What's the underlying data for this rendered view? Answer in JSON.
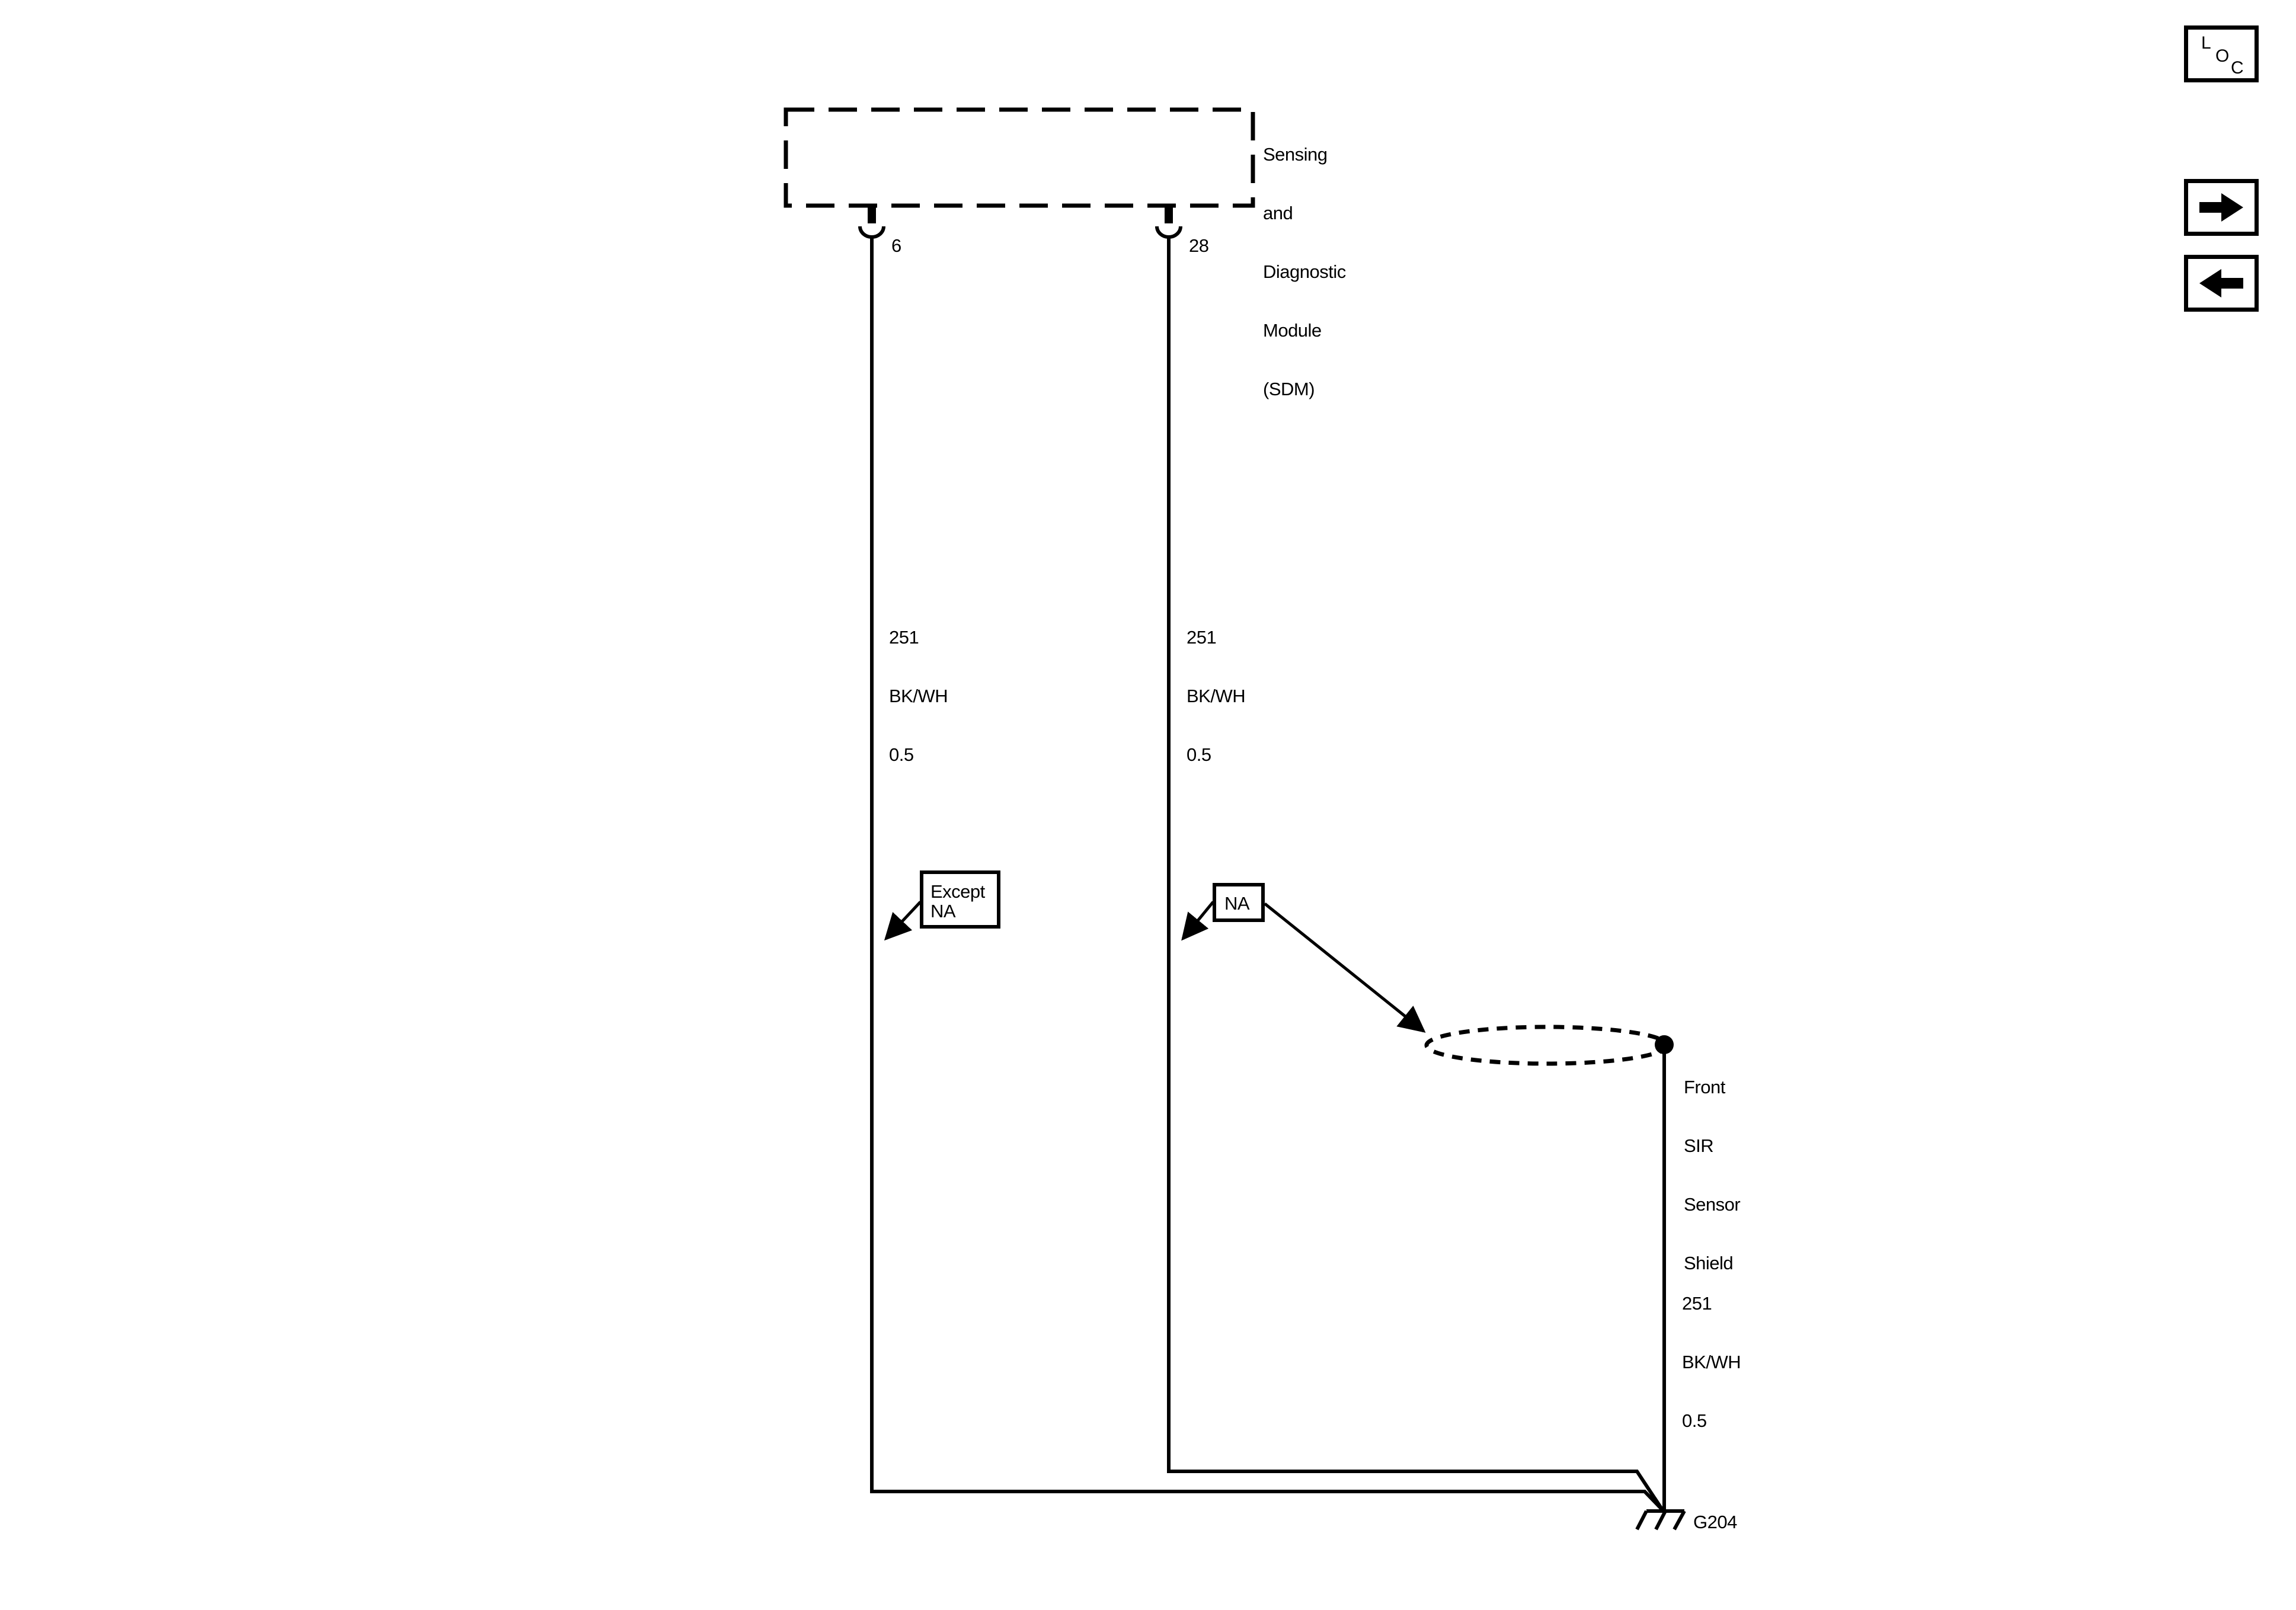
{
  "module": {
    "name_lines": [
      "Sensing",
      "and",
      "Diagnostic",
      "Module",
      "(SDM)"
    ],
    "pins": [
      {
        "number": "6"
      },
      {
        "number": "28"
      }
    ]
  },
  "wires": [
    {
      "circuit": "251",
      "color": "BK/WH",
      "size": "0.5"
    },
    {
      "circuit": "251",
      "color": "BK/WH",
      "size": "0.5"
    },
    {
      "circuit": "251",
      "color": "BK/WH",
      "size": "0.5"
    }
  ],
  "options": {
    "except_na": [
      "Except",
      "NA"
    ],
    "na": [
      "NA"
    ]
  },
  "shield": {
    "name_lines": [
      "Front",
      "SIR",
      "Sensor",
      "Shield"
    ]
  },
  "ground": {
    "id": "G204"
  },
  "nav": {
    "loc_letters": [
      "L",
      "O",
      "C"
    ],
    "next_icon": "arrow-right",
    "prev_icon": "arrow-left"
  }
}
